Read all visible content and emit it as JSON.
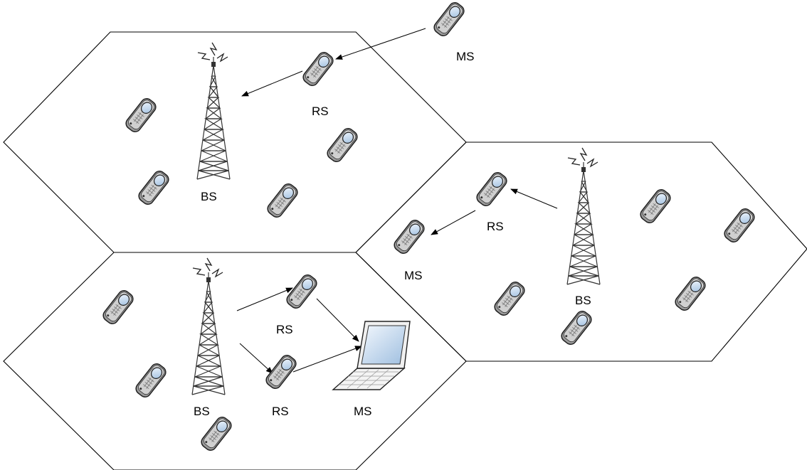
{
  "labels": {
    "bs": "BS",
    "rs": "RS",
    "ms": "MS"
  },
  "icons": {
    "base_station": "cell-tower-icon",
    "relay_station": "mobile-phone-icon",
    "mobile_station": "mobile-phone-icon",
    "laptop": "laptop-icon"
  },
  "colors": {
    "phone_body": "#bdbdbd",
    "phone_screen": "#cfe0f2",
    "line": "#000000"
  }
}
